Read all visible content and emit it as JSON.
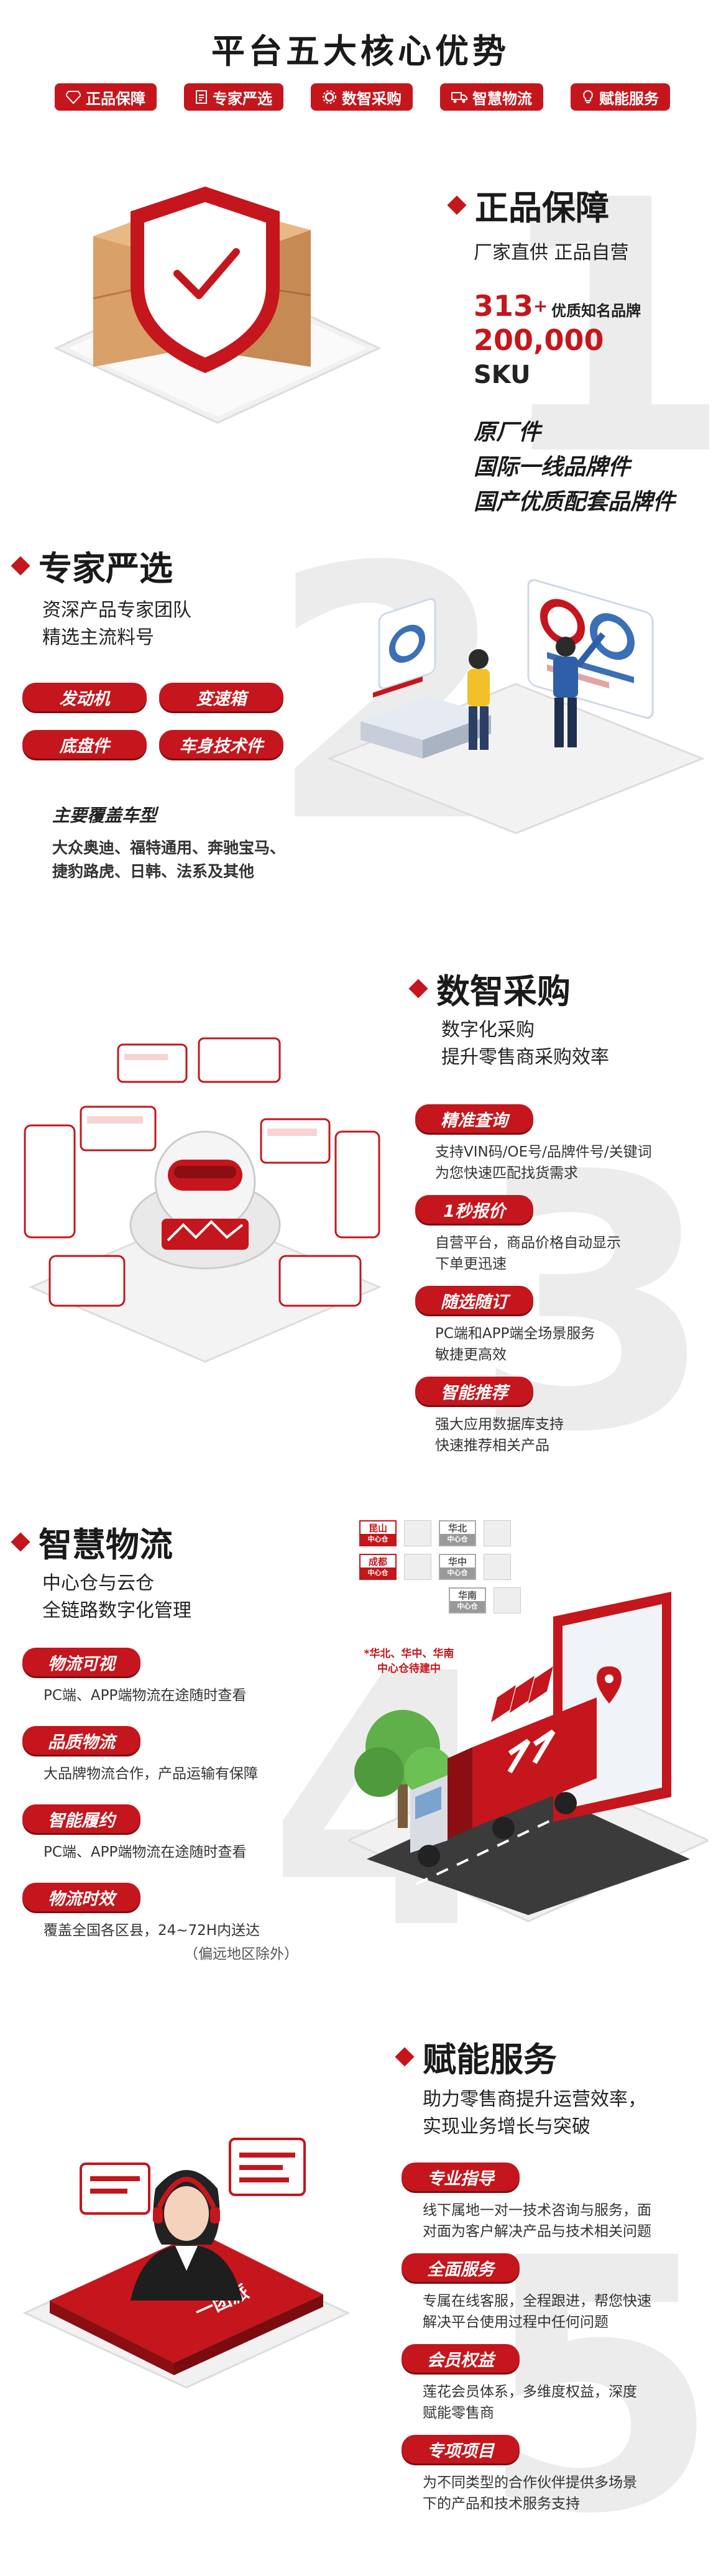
{
  "header": {
    "title": "平台五大核心优势",
    "tags": [
      {
        "label": "正品保障",
        "icon": "diamond-icon"
      },
      {
        "label": "专家严选",
        "icon": "document-icon"
      },
      {
        "label": "数智采购",
        "icon": "gear-icon"
      },
      {
        "label": "智慧物流",
        "icon": "truck-icon"
      },
      {
        "label": "赋能服务",
        "icon": "bulb-icon"
      }
    ]
  },
  "s1": {
    "num": "1",
    "title": "正品保障",
    "sub": "厂家直供   正品自营",
    "stat1_num": "313",
    "stat1_plus": "+",
    "stat1_label": "优质知名品牌",
    "stat2_num": "200,000",
    "stat2_unit": "SKU",
    "list": [
      "原厂件",
      "国际一线品牌件",
      "国产优质配套品牌件"
    ]
  },
  "s2": {
    "num": "2",
    "title": "专家严选",
    "sub1": "资深产品专家团队",
    "sub2": "精选主流料号",
    "pills": [
      "发动机",
      "变速箱",
      "底盘件",
      "车身技术件"
    ],
    "cover_title": "主要覆盖车型",
    "cover_line1": "大众奥迪、福特通用、奔驰宝马、",
    "cover_line2": "捷豹路虎、日韩、法系及其他"
  },
  "s3": {
    "num": "3",
    "title": "数智采购",
    "sub1": "数字化采购",
    "sub2": "提升零售商采购效率",
    "items": [
      {
        "pill": "精准查询",
        "l1": "支持VIN码/OE号/品牌件号/关键词",
        "l2": "为您快速匹配找货需求"
      },
      {
        "pill": "1秒报价",
        "l1": "自营平台，商品价格自动显示",
        "l2": "下单更迅速"
      },
      {
        "pill": "随选随订",
        "l1": "PC端和APP端全场景服务",
        "l2": "敏捷更高效"
      },
      {
        "pill": "智能推荐",
        "l1": "强大应用数据库支持",
        "l2": "快速推荐相关产品"
      }
    ]
  },
  "s4": {
    "num": "4",
    "title": "智慧物流",
    "sub1": "中心仓与云仓",
    "sub2": "全链路数字化管理",
    "items": [
      {
        "pill": "物流可视",
        "text": "PC端、APP端物流在途随时查看"
      },
      {
        "pill": "品质物流",
        "text": "大品牌物流合作，产品运输有保障"
      },
      {
        "pill": "智能履约",
        "text": "PC端、APP端物流在途随时查看"
      },
      {
        "pill": "物流时效",
        "text": "覆盖全国各区县，24~72H内送达"
      }
    ],
    "remote_note": "（偏远地区除外）",
    "warehouses": [
      {
        "city": "昆山",
        "sub": "中心仓",
        "red": true
      },
      {
        "city": "华北",
        "sub": "中心仓",
        "red": false
      },
      {
        "city": "成都",
        "sub": "中心仓",
        "red": true
      },
      {
        "city": "华中",
        "sub": "中心仓",
        "red": false
      },
      {
        "city": "华南",
        "sub": "中心仓",
        "red": false
      }
    ],
    "wh_note1": "*华北、华中、华南",
    "wh_note2": "中心仓待建中"
  },
  "s5": {
    "num": "5",
    "title": "赋能服务",
    "sub1": "助力零售商提升运营效率，",
    "sub2": "实现业务增长与突破",
    "items": [
      {
        "pill": "专业指导",
        "l1": "线下属地一对一技术咨询与服务，面",
        "l2": "对面为客户解决产品与技术相关问题"
      },
      {
        "pill": "全面服务",
        "l1": "专属在线客服，全程跟进，帮您快速",
        "l2": "解决平台使用过程中任何问题"
      },
      {
        "pill": "会员权益",
        "l1": "莲花会员体系，多维度权益，深度",
        "l2": "赋能零售商"
      },
      {
        "pill": "专项项目",
        "l1": "为不同类型的合作伙伴提供多场景",
        "l2": "下的产品和技术服务支持"
      }
    ],
    "logo_text": "一团派"
  },
  "colors": {
    "brand_red": "#c4161c",
    "dark_red": "#7c0d10",
    "number_gray": "#ececec"
  }
}
